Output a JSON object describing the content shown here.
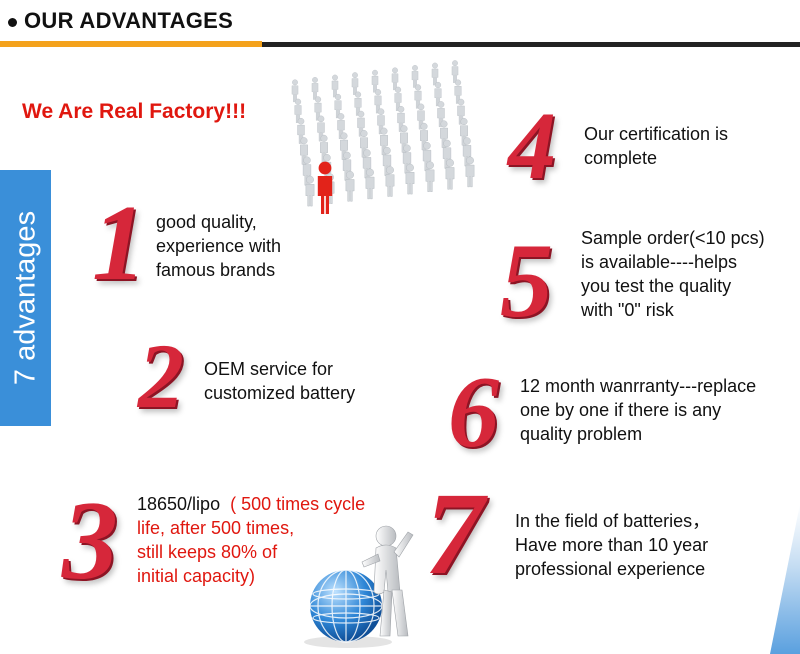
{
  "header": {
    "title": "OUR ADVANTAGES",
    "accent_color": "#f4a21c"
  },
  "headline": "We Are Real Factory!!!",
  "side_tab": {
    "label": "7 advantages",
    "color": "#3a8fd9"
  },
  "numeral_color": "#d6273a",
  "advantages": [
    {
      "number": "1",
      "lines": [
        "good quality,",
        "experience with",
        "famous brands"
      ]
    },
    {
      "number": "2",
      "lines": [
        "OEM service for",
        "customized battery"
      ]
    },
    {
      "number": "3",
      "lines": [
        "18650/lipo",
        "life, after 500 times,",
        "still keeps 80% of",
        "initial capacity)"
      ],
      "highlight": "( 500 times cycle"
    },
    {
      "number": "4",
      "lines": [
        "Our certification is",
        "complete"
      ]
    },
    {
      "number": "5",
      "lines": [
        "Sample order(<10 pcs)",
        "is available----helps",
        "you test the quality",
        "with \"0\" risk"
      ]
    },
    {
      "number": "6",
      "lines": [
        "12 month wanrranty---replace",
        "one by one if there is any",
        "quality problem"
      ]
    },
    {
      "number": "7",
      "lines": [
        "In the field of batteries，",
        "Have more than 10 year",
        "professional experience"
      ]
    }
  ],
  "illustrations": [
    "crowd-arrow-icon",
    "globe-figure-icon"
  ]
}
